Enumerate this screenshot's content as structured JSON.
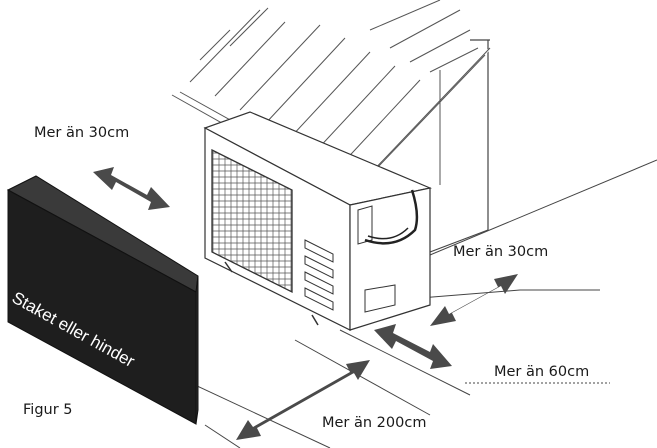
{
  "figure_label": "Figur 5",
  "obstacle_label": "Staket eller hinder",
  "clearances": {
    "left_side": "Mer än 30cm",
    "right_side": "Mer än 30cm",
    "front_outlet": "Mer än 60cm",
    "front_distance": "Mer än 200cm"
  },
  "colors": {
    "obstacle": "#1e1e1e",
    "arrow": "#4a4a4a",
    "line": "#333333"
  }
}
